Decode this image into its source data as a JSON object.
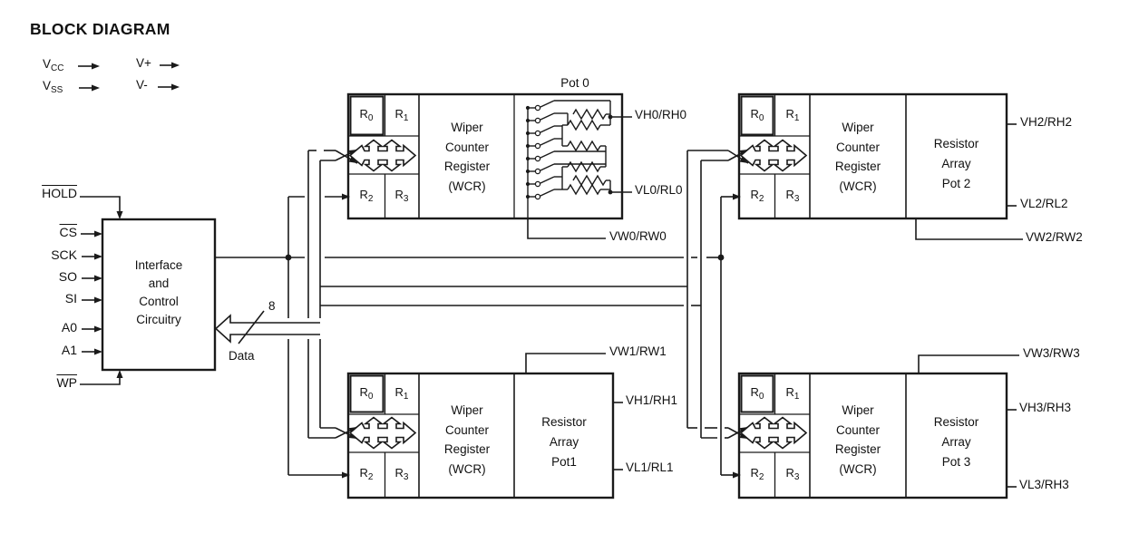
{
  "colors": {
    "ink": "#1a1a1a",
    "background": "#ffffff"
  },
  "title": "BLOCK DIAGRAM",
  "power_pins": {
    "vcc": {
      "p": "V",
      "s": "CC"
    },
    "vplus": {
      "p": "V+",
      "s": ""
    },
    "vss": {
      "p": "V",
      "s": "SS"
    },
    "vminus": {
      "p": "V-",
      "s": ""
    }
  },
  "signals": [
    {
      "label": "HOLD"
    },
    {
      "label": "CS"
    },
    {
      "label": "SCK"
    },
    {
      "label": "SO"
    },
    {
      "label": "SI"
    },
    {
      "label": "A0"
    },
    {
      "label": "A1"
    },
    {
      "label": "WP"
    }
  ],
  "interface_box": {
    "lines": [
      "Interface",
      "and",
      "Control",
      "Circuitry"
    ]
  },
  "data_bus": {
    "bus_width": "8",
    "label": "Data"
  },
  "pots": [
    {
      "title": "Pot 0",
      "regs": [
        {
          "p": "R",
          "s": "0"
        },
        {
          "p": "R",
          "s": "1"
        },
        {
          "p": "R",
          "s": "2"
        },
        {
          "p": "R",
          "s": "3"
        }
      ],
      "wcr": [
        "Wiper",
        "Counter",
        "Register",
        "(WCR)"
      ],
      "pins": {
        "h": {
          "p1": "V",
          "s1": "H0",
          "p2": "/R",
          "s2": "H0"
        },
        "l": {
          "p1": "V",
          "s1": "L0",
          "p2": "/R",
          "s2": "L0"
        },
        "w": {
          "p1": "V",
          "s1": "W0",
          "p2": "/R",
          "s2": "W0"
        }
      }
    },
    {
      "array": [
        "Resistor",
        "Array",
        "Pot1"
      ],
      "regs": [
        {
          "p": "R",
          "s": "0"
        },
        {
          "p": "R",
          "s": "1"
        },
        {
          "p": "R",
          "s": "2"
        },
        {
          "p": "R",
          "s": "3"
        }
      ],
      "wcr": [
        "Wiper",
        "Counter",
        "Register",
        "(WCR)"
      ],
      "pins": {
        "w": {
          "p1": "V",
          "s1": "W1",
          "p2": "/R",
          "s2": "W1"
        },
        "h": {
          "p1": "V",
          "s1": "H1",
          "p2": "/R",
          "s2": "H1"
        },
        "l": {
          "p1": "V",
          "s1": "L1",
          "p2": "/R",
          "s2": "L1"
        }
      }
    },
    {
      "array": [
        "Resistor",
        "Array",
        "Pot 2"
      ],
      "regs": [
        {
          "p": "R",
          "s": "0"
        },
        {
          "p": "R",
          "s": "1"
        },
        {
          "p": "R",
          "s": "2"
        },
        {
          "p": "R",
          "s": "3"
        }
      ],
      "wcr": [
        "Wiper",
        "Counter",
        "Register",
        "(WCR)"
      ],
      "pins": {
        "h": {
          "p1": "V",
          "s1": "H2",
          "p2": "/R",
          "s2": "H2"
        },
        "l": {
          "p1": "V",
          "s1": "L2",
          "p2": "/R",
          "s2": "L2"
        },
        "w": {
          "p1": "V",
          "s1": "W2",
          "p2": "/R",
          "s2": "W2"
        }
      }
    },
    {
      "array": [
        "Resistor",
        "Array",
        "Pot 3"
      ],
      "regs": [
        {
          "p": "R",
          "s": "0"
        },
        {
          "p": "R",
          "s": "1"
        },
        {
          "p": "R",
          "s": "2"
        },
        {
          "p": "R",
          "s": "3"
        }
      ],
      "wcr": [
        "Wiper",
        "Counter",
        "Register",
        "(WCR)"
      ],
      "pins": {
        "w": {
          "p1": "V",
          "s1": "W3",
          "p2": "/R",
          "s2": "W3"
        },
        "h": {
          "p1": "V",
          "s1": "H3",
          "p2": "/R",
          "s2": "H3"
        },
        "l": {
          "p1": "V",
          "s1": "L3",
          "p2": "/R",
          "s2": "H3"
        }
      }
    }
  ]
}
